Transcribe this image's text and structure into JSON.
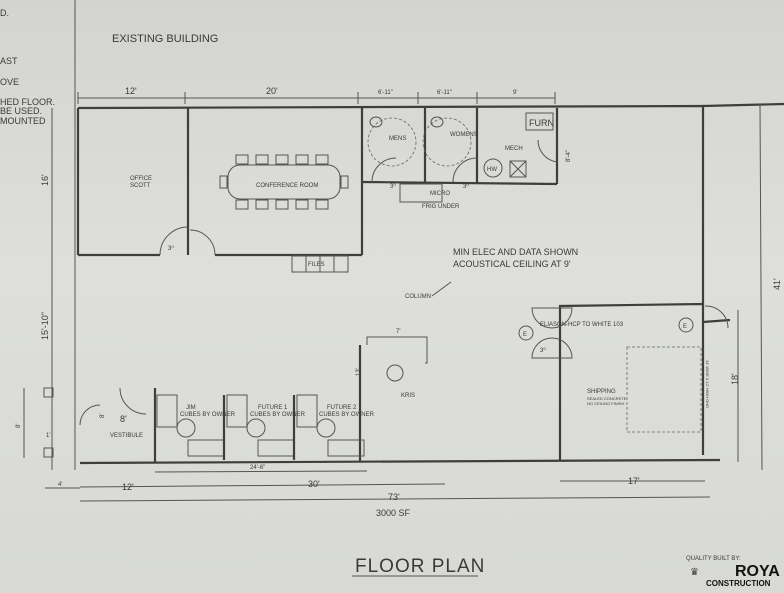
{
  "drawing": {
    "existing_building": "EXISTING BUILDING",
    "title": "FLOOR PLAN",
    "area": "3000 SF",
    "notes": [
      "MIN ELEC AND DATA SHOWN",
      "ACOUSTICAL CEILING AT 9'"
    ],
    "column_label": "COLUMN",
    "left_margin_notes": [
      "D.",
      "AST",
      "OVE",
      "HED FLOOR.",
      "BE USED.",
      "MOUNTED"
    ],
    "builder": {
      "tagline": "QUALITY BUILT BY:",
      "name": "ROYA",
      "sub": "CONSTRUCTION"
    }
  },
  "rooms": {
    "office": "OFFICE",
    "office_occupant": "SCOTT",
    "conference": "CONFERENCE ROOM",
    "mens": "MENS",
    "womens": "WOMENS",
    "mech": "MECH",
    "furn": "FURN",
    "hw": "HW",
    "vestibule": "VESTIBULE",
    "cube1": "JIM",
    "cube2": "FUTURE 1",
    "cube3": "FUTURE 2",
    "cubes_note": "CUBES BY OWNER",
    "kris": "KRIS",
    "shipping": "SHIPPING",
    "shipping_note1": "SEALED CONCRETE",
    "shipping_note2": "NO CEILING FINISH",
    "door_note": "ELIASON-HCP TO WHITE 103",
    "files": "FILES",
    "micro": "MICRO",
    "frig": "FRIG UNDER",
    "overhead_door": "14' WIDE X 12' HIGH OHD"
  },
  "dimensions": {
    "top": [
      "12'",
      "20'",
      "6'-11\"",
      "6'-11\"",
      "9'"
    ],
    "left_16": "16'",
    "left_15_10": "15'-10\"",
    "left_8": "8'",
    "vest_8a": "8'",
    "vest_8b": "8'",
    "dim_4": "4'",
    "dim_1": "1'",
    "bottom_12": "12'",
    "bottom_30": "30'",
    "bottom_73": "73'",
    "cubes_24_6": "24'-6\"",
    "kris_13": "13'",
    "kris_7": "7'",
    "mech_8_4": "8'-4\"",
    "right_41": "41'",
    "right_18": "18'",
    "shipping_17": "17'",
    "door_size": "3⁰",
    "elec": "E"
  }
}
